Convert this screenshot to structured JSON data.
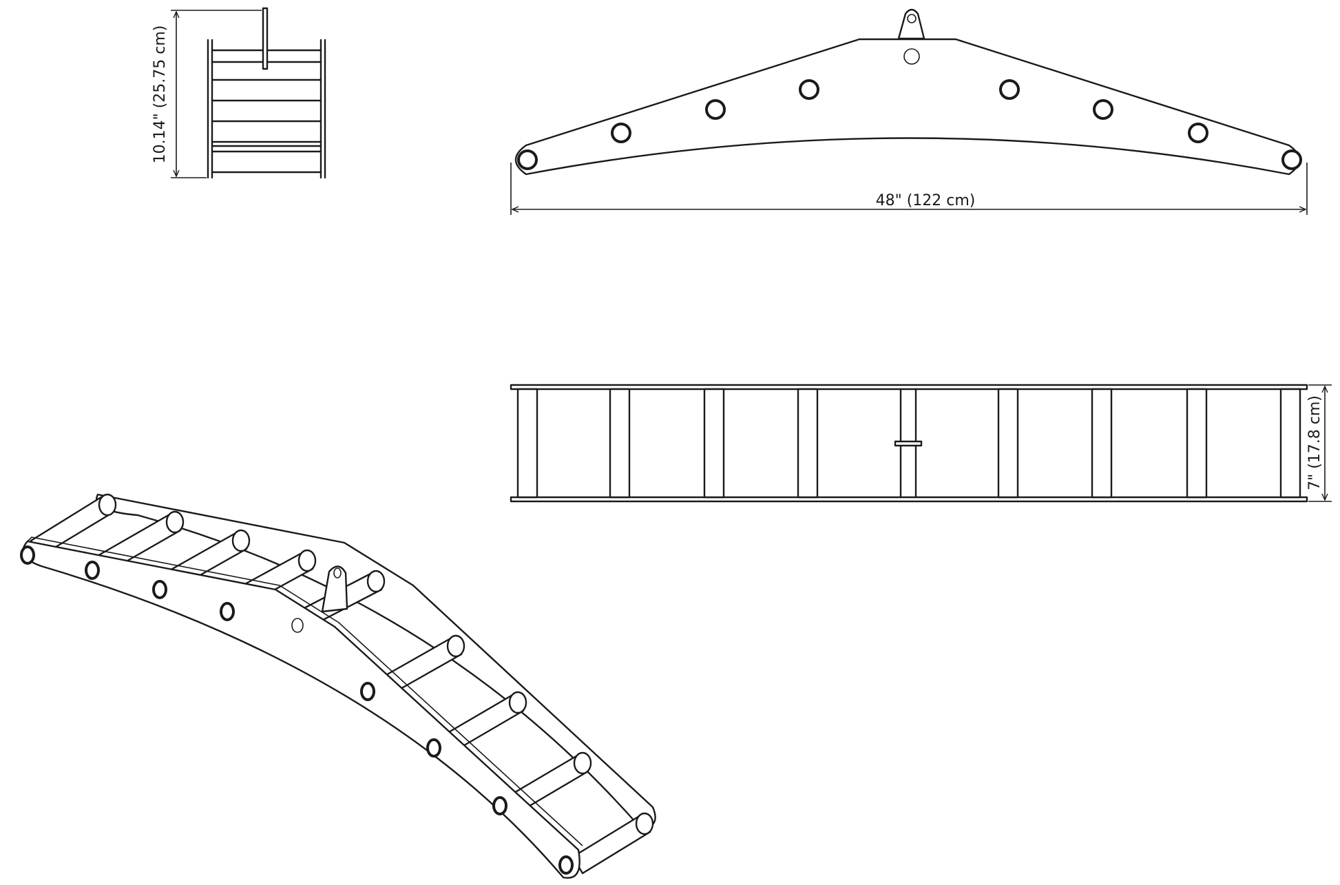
{
  "dimensions": {
    "height": "10.14\" (25.75 cm)",
    "length": "48\" (122 cm)",
    "width": "7\" (17.8 cm)"
  },
  "colors": {
    "line": "#1a1a1a",
    "background": "#ffffff"
  }
}
